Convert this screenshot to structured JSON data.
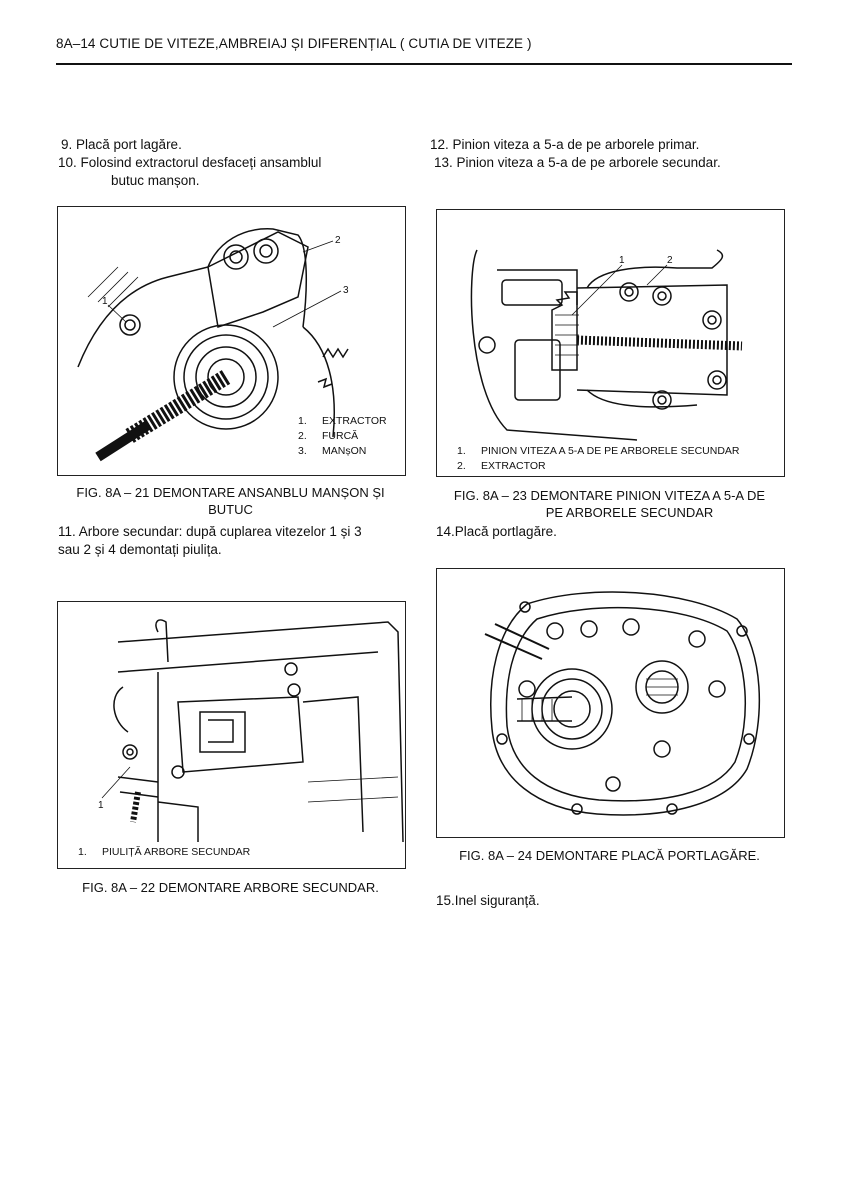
{
  "header": {
    "title": "8A–14  CUTIE DE VITEZE,AMBREIAJ ȘI DIFERENȚIAL ( CUTIA DE VITEZE )"
  },
  "steps": {
    "s9": "9. Placă port lagăre.",
    "s10a": "10. Folosind extractorul desfaceți ansamblul",
    "s10b": "butuc manșon.",
    "s11a": "11. Arbore secundar: după cuplarea vitezelor 1 și 3",
    "s11b": "sau 2 și 4 demontați piulița.",
    "s12": "12. Pinion viteza a 5-a de pe arborele primar.",
    "s13": "13. Pinion viteza a 5-a de pe arborele secundar.",
    "s14": "14.Placă portlagăre.",
    "s15": "15.Inel siguranță."
  },
  "fig21": {
    "callouts": [
      "1",
      "2",
      "3"
    ],
    "legend": [
      {
        "num": "1.",
        "text": "EXTRACTOR"
      },
      {
        "num": "2.",
        "text": "FURCĂ"
      },
      {
        "num": "3.",
        "text": "MANșON"
      }
    ],
    "caption_line1": "FIG. 8A – 21    DEMONTARE ANSANBLU MANȘON ȘI",
    "caption_line2": "BUTUC"
  },
  "fig22": {
    "callouts": [
      "1"
    ],
    "legend": [
      {
        "num": "1.",
        "text": "PIULIȚĂ   ARBORE SECUNDAR"
      }
    ],
    "caption": "FIG. 8A – 22   DEMONTARE ARBORE SECUNDAR."
  },
  "fig23": {
    "callouts": [
      "1",
      "2"
    ],
    "legend": [
      {
        "num": "1.",
        "text": "PINION   VITEZA A 5-A DE PE   ARBORELE SECUNDAR"
      },
      {
        "num": "2.",
        "text": "EXTRACTOR"
      }
    ],
    "caption_line1": "FIG. 8A – 23  DEMONTARE PINION VITEZA A 5-A DE",
    "caption_line2": "PE ARBORELE SECUNDAR"
  },
  "fig24": {
    "caption": "FIG. 8A – 24  DEMONTARE PLACĂ PORTLAGĂRE."
  }
}
